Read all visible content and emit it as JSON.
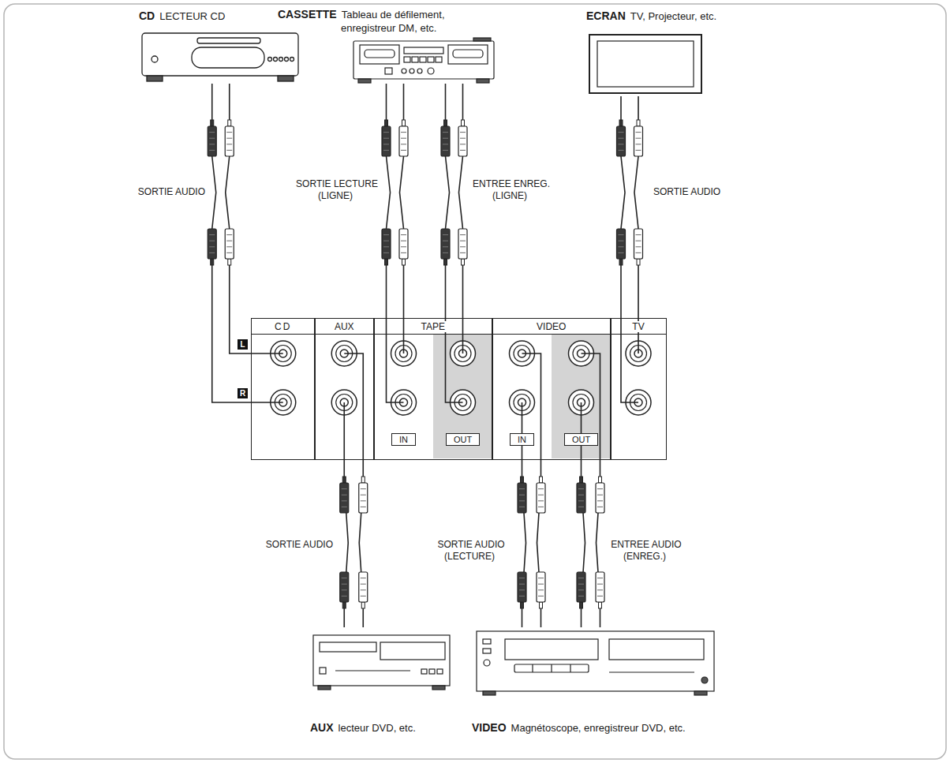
{
  "diagram": {
    "nodes": [
      {
        "text": [
          "CD",
          "LECTEUR CD"
        ]
      },
      {
        "text": [
          "CASSETTE",
          "Tableau de défilement, enregistreur DM, etc."
        ]
      },
      {
        "text": [
          "ECRAN",
          "TV, Projecteur, etc."
        ]
      },
      {
        "text": [
          "CD"
        ]
      },
      {
        "text": [
          "AUX"
        ]
      },
      {
        "text": [
          "TAPE"
        ]
      },
      {
        "text": [
          "IN"
        ],
        "in": 5
      },
      {
        "text": [
          "OUT"
        ],
        "in": 5
      },
      {
        "text": [
          "VIDEO"
        ]
      },
      {
        "text": [
          "IN"
        ],
        "in": 8
      },
      {
        "text": [
          "OUT"
        ],
        "in": 8
      },
      {
        "text": [
          "TV"
        ]
      },
      {
        "text": [
          "AUX",
          "lecteur DVD, etc."
        ]
      },
      {
        "text": [
          "VIDEO",
          "Magnétoscope, enregistreur DVD, etc."
        ]
      }
    ],
    "edges": [
      {
        "from": 0,
        "to": 3,
        "label": "SORTIE AUDIO",
        "arrow": "none"
      },
      {
        "from": 1,
        "to": 6,
        "label": "SORTIE LECTURE (LIGNE)",
        "arrow": "none"
      },
      {
        "from": 7,
        "to": 1,
        "label": "ENTREE ENREG. (LIGNE)",
        "arrow": "none"
      },
      {
        "from": 2,
        "to": 11,
        "label": "SORTIE AUDIO",
        "arrow": "none"
      },
      {
        "from": 12,
        "to": 4,
        "label": "SORTIE AUDIO",
        "arrow": "none"
      },
      {
        "from": 13,
        "to": 9,
        "label": "SORTIE AUDIO (LECTURE)",
        "arrow": "none"
      },
      {
        "from": 10,
        "to": 13,
        "label": "ENTREE AUDIO (ENREG.)",
        "arrow": "none"
      }
    ],
    "labels": [
      "L",
      "R"
    ]
  }
}
